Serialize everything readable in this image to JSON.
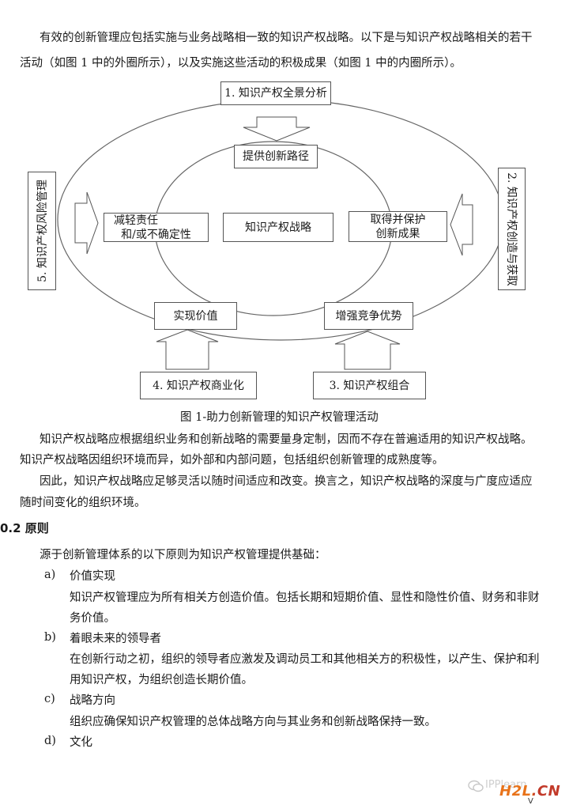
{
  "intro": {
    "line1": "有效的创新管理应包括实施与业务战略相一致的知识产权战略。以下是与知识产权战略相关的若干",
    "line2": "活动（如图 1 中的外圈所示），以及实施这些活动的积极成果（如图 1 中的内圈所示）。"
  },
  "figure": {
    "outer": {
      "top": "1. 知识产权全景分析",
      "right": "2. 知识产权创造与获取",
      "bottom_right": "3. 知识产权组合",
      "bottom_left": "4. 知识产权商业化",
      "left": "5. 知识产权风险管理"
    },
    "inner": {
      "top": "提供创新路径",
      "left_line1": "减轻责任",
      "left_line2": "和/或不确定性",
      "center": "知识产权战略",
      "right_line1": "取得并保护",
      "right_line2": "创新成果",
      "bottom_left": "实现价值",
      "bottom_right": "增强竞争优势"
    },
    "caption": "图 1-助力创新管理的知识产权管理活动"
  },
  "paragraphs": {
    "p1_line1": "知识产权战略应根据组织业务和创新战略的需要量身定制，因而不存在普遍适用的知识产权战略。",
    "p1_line2": "知识产权战略因组织环境而异，如外部和内部问题，包括组织创新管理的成熟度等。",
    "p2_line1": "因此，知识产权战略应足够灵活以随时间适应和改变。换言之，知识产权战略的深度与广度应适应",
    "p2_line2": "随时间变化的组织环境。"
  },
  "section": {
    "heading": "0.2 原则",
    "intro": "源于创新管理体系的以下原则为知识产权管理提供基础：",
    "items": [
      {
        "marker": "a)",
        "title": "价值实现",
        "line1": "知识产权管理应为所有相关方创造价值。包括长期和短期价值、显性和隐性价值、财务和非财",
        "line2": "务价值。"
      },
      {
        "marker": "b)",
        "title": "着眼未来的领导者",
        "line1": "在创新行动之初，组织的领导者应激发及调动员工和其他相关方的积极性，以产生、保护和利",
        "line2": "用知识产权，为组织创造长期价值。"
      },
      {
        "marker": "c)",
        "title": "战略方向",
        "line1": "组织应确保知识产权管理的总体战略方向与其业务和创新战略保持一致。"
      },
      {
        "marker": "d)",
        "title": "文化"
      }
    ]
  },
  "footer": {
    "wechat_label": "IPPlearn",
    "logo_text": "H2L.CN",
    "page_number": "V"
  }
}
